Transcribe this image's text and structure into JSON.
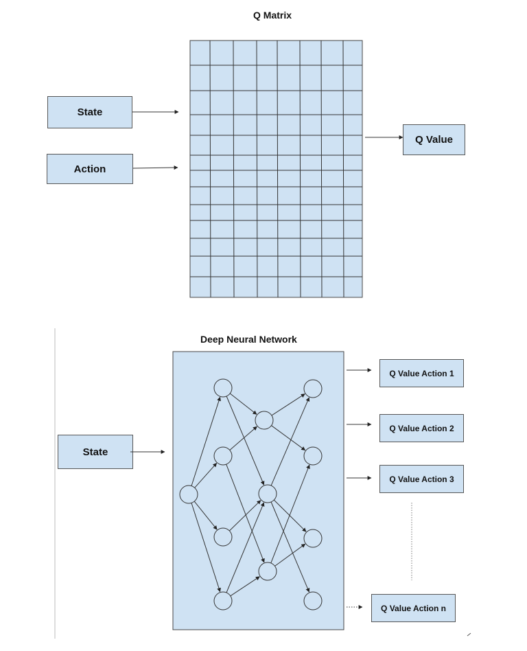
{
  "q_matrix": {
    "title": "Q Matrix",
    "inputs": [
      "State",
      "Action"
    ],
    "output": "Q Value"
  },
  "dnn": {
    "title": "Deep Neural Network",
    "input": "State",
    "outputs": [
      "Q Value Action 1",
      "Q Value Action 2",
      "Q Value Action 3",
      "Q Value Action n"
    ]
  },
  "colors": {
    "box_fill": "#cfe2f3",
    "line": "#333333"
  }
}
